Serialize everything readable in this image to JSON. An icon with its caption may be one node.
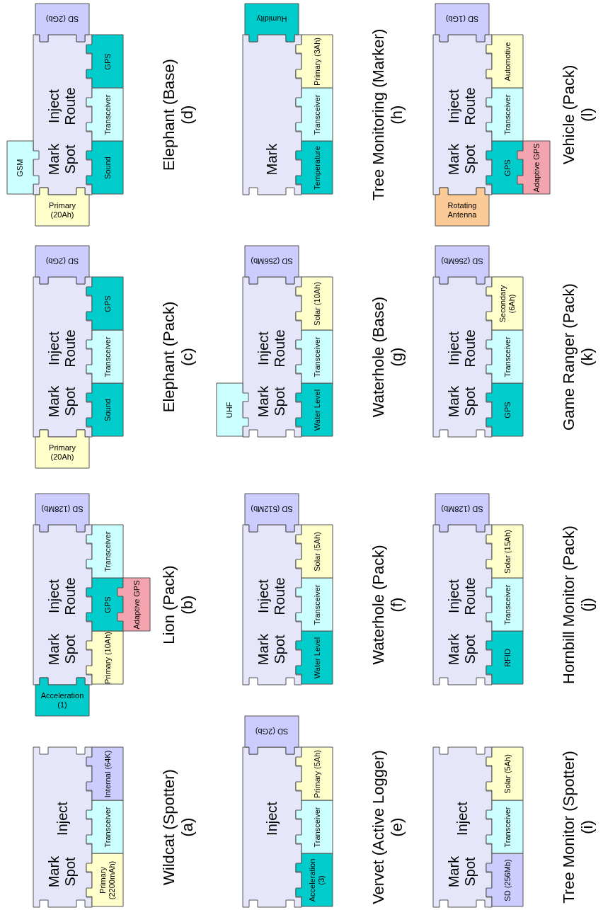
{
  "diagram": {
    "nodes": [
      {
        "text": [
          "Mark Spot",
          "Inject"
        ],
        "beside": [
          "Wildcat (Spotter)",
          "(a)"
        ]
      },
      {
        "text": [
          "Primary (2200mAh)"
        ]
      },
      {
        "text": [
          "Transceiver"
        ]
      },
      {
        "text": [
          "Internal (64K)"
        ]
      },
      {
        "text": [
          "Mark Spot",
          "Inject Route"
        ],
        "beside": [
          "Lion (Pack)",
          "(b)"
        ]
      },
      {
        "text": [
          "Acceleration (1)"
        ]
      },
      {
        "text": [
          "Primary (10Ah)"
        ]
      },
      {
        "text": [
          "GPS"
        ]
      },
      {
        "text": [
          "Adaptive GPS"
        ]
      },
      {
        "text": [
          "Transceiver"
        ]
      },
      {
        "text": [
          "SD (128Mb)"
        ]
      },
      {
        "text": [
          "Mark Spot",
          "Inject Route"
        ],
        "beside": [
          "Elephant (Pack)",
          "(c)"
        ]
      },
      {
        "text": [
          "Primary (20Ah)"
        ]
      },
      {
        "text": [
          "Sound"
        ]
      },
      {
        "text": [
          "Transceiver"
        ]
      },
      {
        "text": [
          "GPS"
        ]
      },
      {
        "text": [
          "SD (2Gb)"
        ]
      },
      {
        "text": [
          "Mark Spot",
          "Inject Route"
        ],
        "beside": [
          "Elephant (Base)",
          "(d)"
        ]
      },
      {
        "text": [
          "Primary (20Ah)"
        ]
      },
      {
        "text": [
          "GSM"
        ]
      },
      {
        "text": [
          "Sound"
        ]
      },
      {
        "text": [
          "Transceiver"
        ]
      },
      {
        "text": [
          "GPS"
        ]
      },
      {
        "text": [
          "SD (2Gb)"
        ]
      },
      {
        "text": [
          "Inject"
        ],
        "beside": [
          "Vervet (Active Logger)",
          "(e)"
        ]
      },
      {
        "text": [
          "Acceleration (3)"
        ]
      },
      {
        "text": [
          "Transceiver"
        ]
      },
      {
        "text": [
          "Primary (5Ah)"
        ]
      },
      {
        "text": [
          "SD (2Gb)"
        ]
      },
      {
        "text": [
          "Mark Spot",
          "Inject Route"
        ],
        "beside": [
          "Waterhole (Pack)",
          "(f)"
        ]
      },
      {
        "text": [
          "Water Level"
        ]
      },
      {
        "text": [
          "Transceiver"
        ]
      },
      {
        "text": [
          "Solar (5Ah)"
        ]
      },
      {
        "text": [
          "SD (512Mb)"
        ]
      },
      {
        "text": [
          "Mark Spot",
          "Inject Route"
        ],
        "beside": [
          "Waterhole (Base)",
          "(g)"
        ]
      },
      {
        "text": [
          "UHF"
        ]
      },
      {
        "text": [
          "Water Level"
        ]
      },
      {
        "text": [
          "Transceiver"
        ]
      },
      {
        "text": [
          "Solar (10Ah)"
        ]
      },
      {
        "text": [
          "SD (256Mb)"
        ]
      },
      {
        "text": [
          "Mark"
        ],
        "beside": [
          "Tree Monitoring (Marker)",
          "(h)"
        ]
      },
      {
        "text": [
          "Temperature"
        ]
      },
      {
        "text": [
          "Transceiver"
        ]
      },
      {
        "text": [
          "Primary (3Ah)"
        ]
      },
      {
        "text": [
          "Humidity"
        ]
      },
      {
        "text": [
          "Mark Spot",
          "Inject"
        ],
        "beside": [
          "Tree Monitor (Spotter)",
          "(i)"
        ]
      },
      {
        "text": [
          "SD (256Mb)"
        ]
      },
      {
        "text": [
          "Transceiver"
        ]
      },
      {
        "text": [
          "Solar (5Ah)"
        ]
      },
      {
        "text": [
          "Mark Spot",
          "Inject Route"
        ],
        "beside": [
          "Hornbill Monitor (Pack)",
          "(j)"
        ]
      },
      {
        "text": [
          "RFID"
        ]
      },
      {
        "text": [
          "Transceiver"
        ]
      },
      {
        "text": [
          "Solar (15Ah)"
        ]
      },
      {
        "text": [
          "SD (128Mb)"
        ]
      },
      {
        "text": [
          "Mark Spot",
          "Inject Route"
        ],
        "beside": [
          "Game Ranger (Pack)",
          "(k)"
        ]
      },
      {
        "text": [
          "GPS"
        ]
      },
      {
        "text": [
          "Transceiver"
        ]
      },
      {
        "text": [
          "Secondary (6Ah)"
        ]
      },
      {
        "text": [
          "SD (256Mb)"
        ]
      },
      {
        "text": [
          "Mark Spot",
          "Inject Route"
        ],
        "beside": [
          "Vehicle (Pack)",
          "(l)"
        ]
      },
      {
        "text": [
          "Rotating Antenna"
        ]
      },
      {
        "text": [
          "GPS"
        ]
      },
      {
        "text": [
          "Adaptive GPS"
        ]
      },
      {
        "text": [
          "Transceiver"
        ]
      },
      {
        "text": [
          "Automotive"
        ]
      },
      {
        "text": [
          "SD (1Gb)"
        ]
      }
    ]
  }
}
